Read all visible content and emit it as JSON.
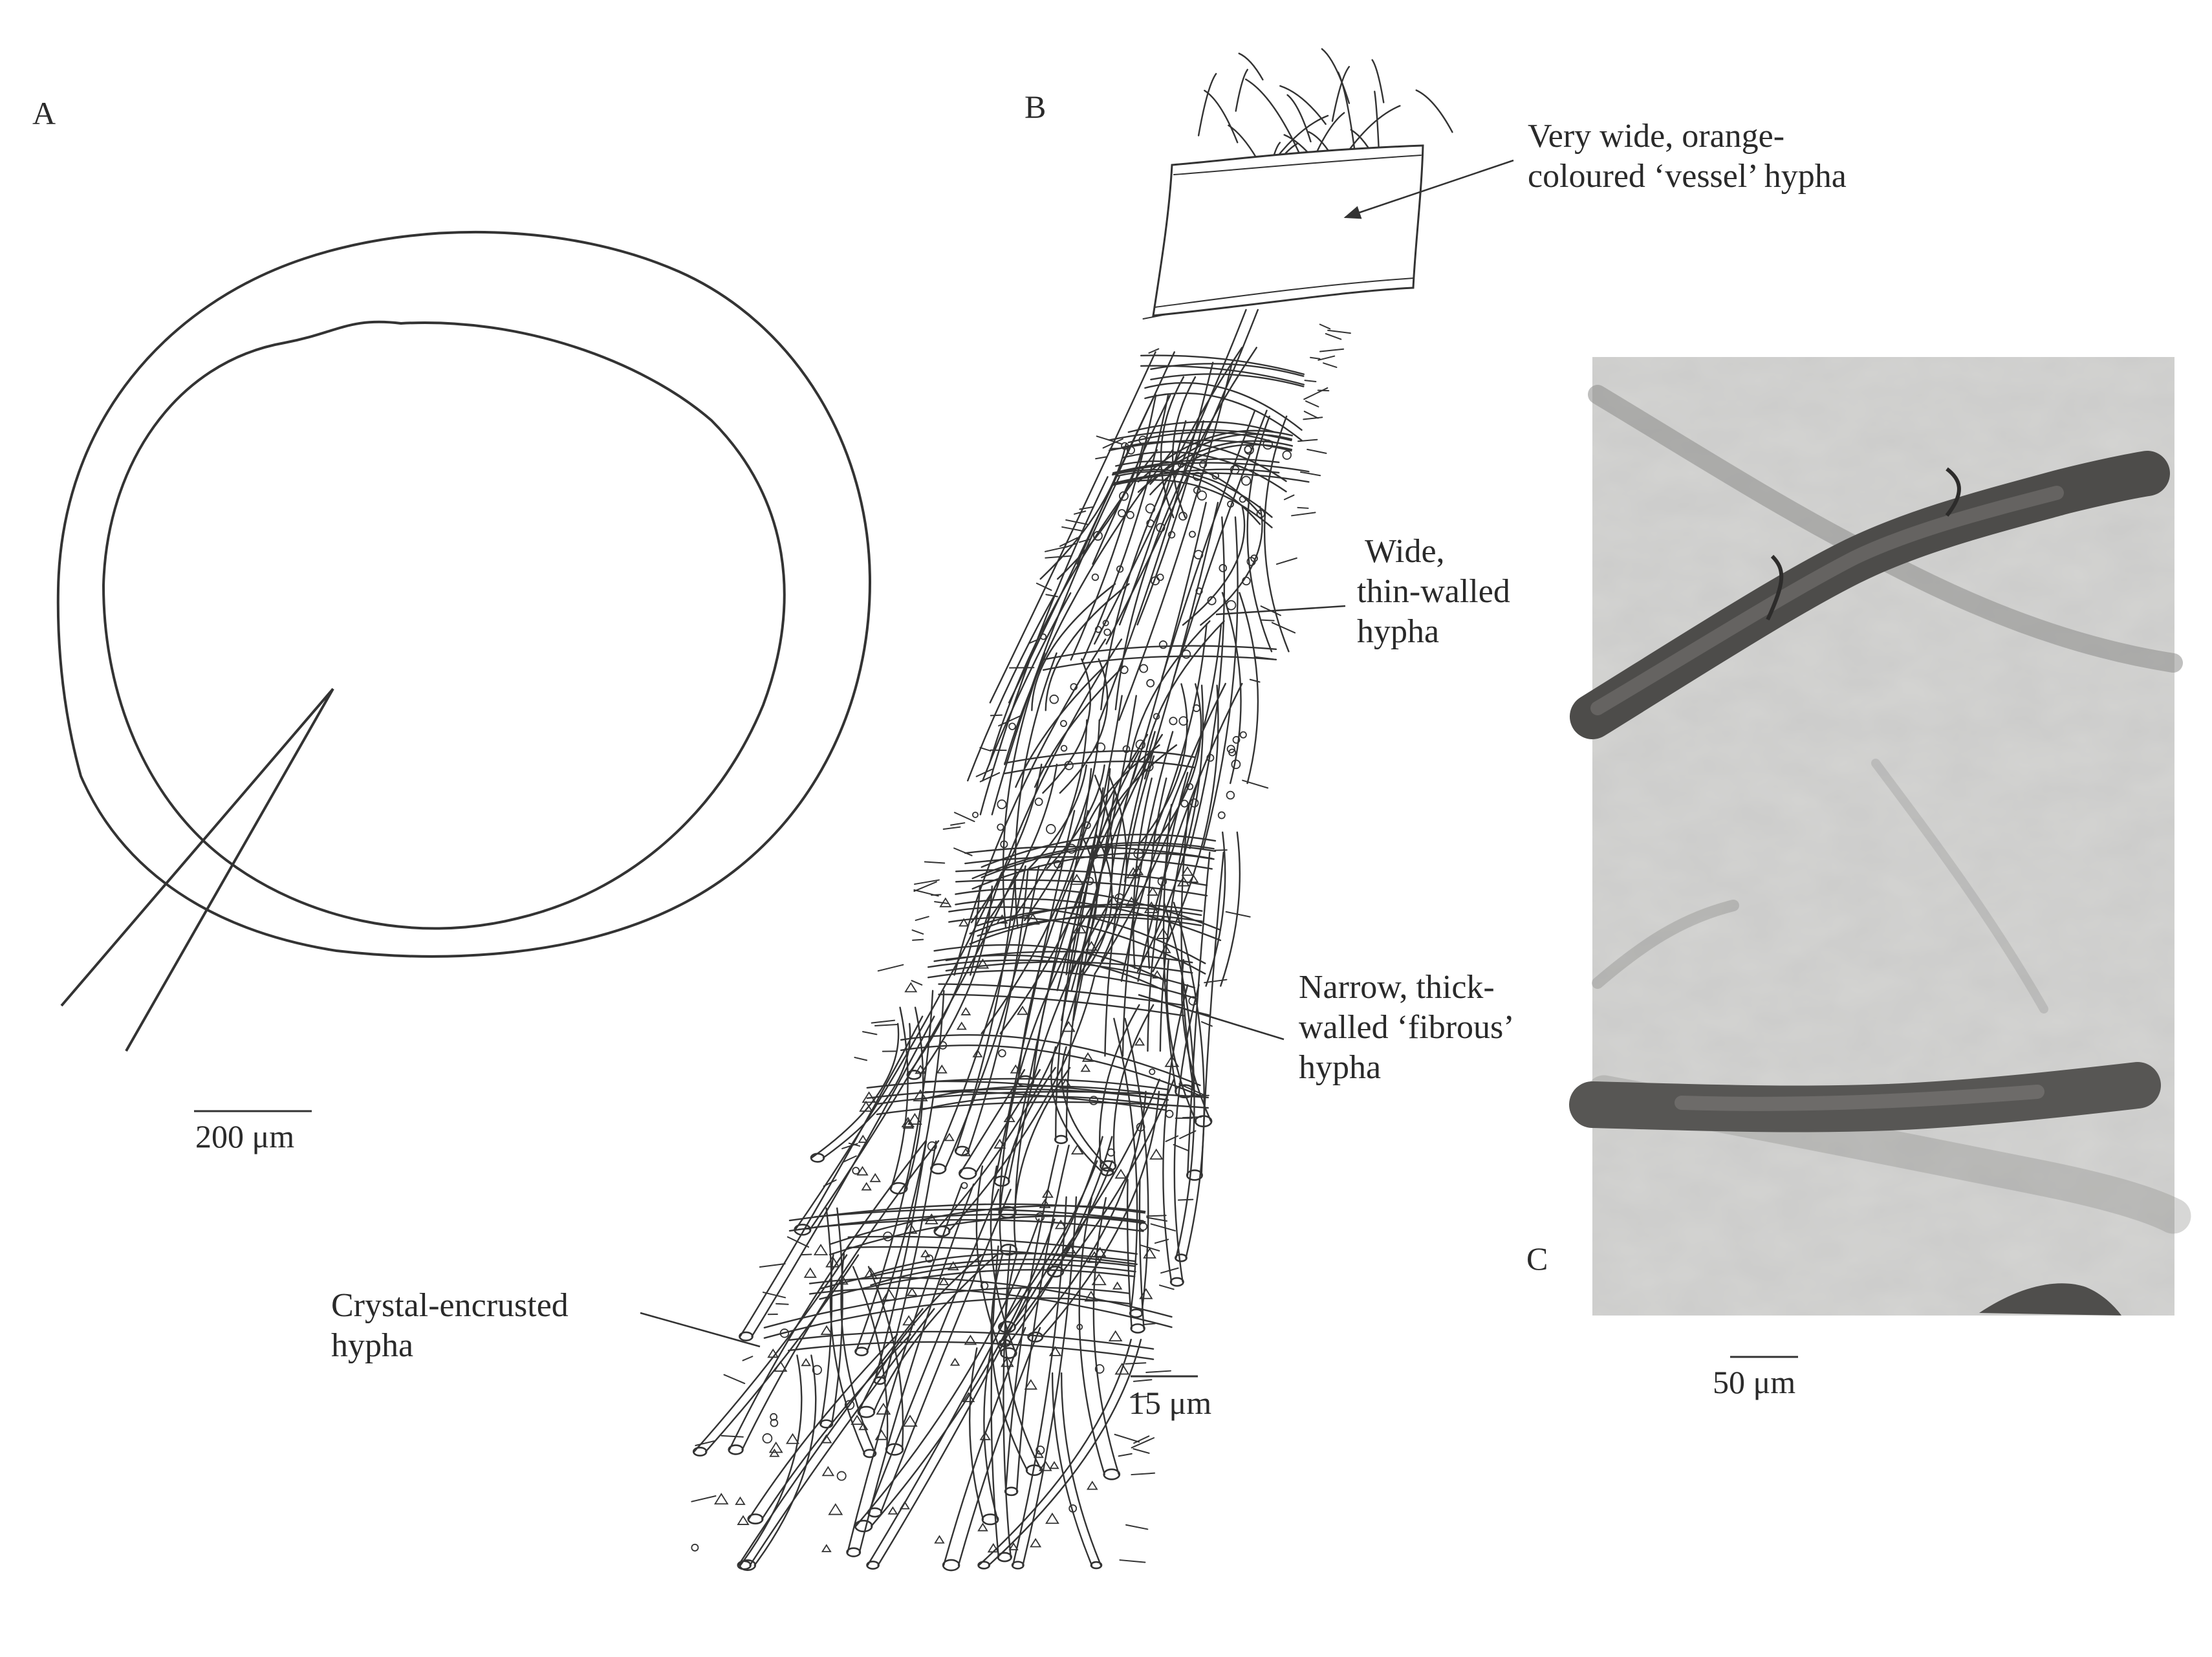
{
  "panels": {
    "a": {
      "letter": "A",
      "scale_bar": "200 μm"
    },
    "b": {
      "letter": "B",
      "scale_bar": "15 μm",
      "labels": {
        "vessel": [
          "Very wide, orange-",
          "coloured ‘vessel’ hypha"
        ],
        "wide": [
          "Wide,",
          "thin-walled",
          "hypha"
        ],
        "narrow": [
          "Narrow, thick-",
          "walled ‘fibrous’",
          "hypha"
        ],
        "crystal": [
          "Crystal-encrusted",
          "hypha"
        ]
      }
    },
    "c": {
      "letter": "C",
      "scale_bar": "50 μm"
    }
  }
}
